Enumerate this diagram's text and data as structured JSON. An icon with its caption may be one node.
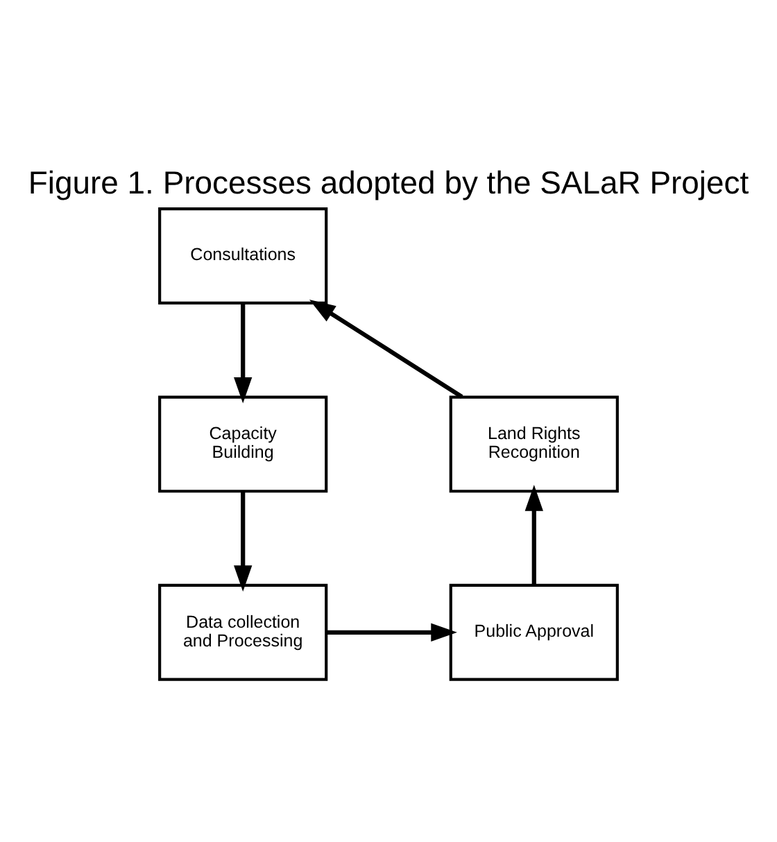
{
  "diagram": {
    "title": "Figure 1. Processes adopted by the SALaR Project",
    "nodes": [
      {
        "text": [
          "Consultations"
        ]
      },
      {
        "text": [
          "Capacity Building"
        ]
      },
      {
        "text": [
          "Data collection and Processing"
        ]
      },
      {
        "text": [
          "Public Approval"
        ]
      },
      {
        "text": [
          "Land Rights Recognition"
        ]
      }
    ],
    "edges": [
      {
        "from": 0,
        "to": 1,
        "arrow": "to"
      },
      {
        "from": 1,
        "to": 2,
        "arrow": "to"
      },
      {
        "from": 2,
        "to": 3,
        "arrow": "to"
      },
      {
        "from": 3,
        "to": 4,
        "arrow": "to"
      },
      {
        "from": 4,
        "to": 0,
        "arrow": "to"
      }
    ]
  }
}
